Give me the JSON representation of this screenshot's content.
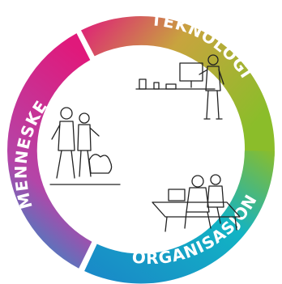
{
  "segments": {
    "teknologi": {
      "label": "TEKNOLOGI",
      "colors": [
        "#e0197b",
        "#c8a43e",
        "#8bbd2a"
      ]
    },
    "organisasjon": {
      "label": "ORGANISASJON",
      "colors": [
        "#8bbd2a",
        "#12b3c4",
        "#1a86c8"
      ]
    },
    "menneske": {
      "label": "MENNESKE",
      "colors": [
        "#2a8ec8",
        "#b445a8",
        "#e0197b"
      ]
    }
  },
  "illustrations": {
    "top_right": "person-presenting-at-screen",
    "left": "couple-walking",
    "bottom_right": "people-working-at-laptops"
  }
}
